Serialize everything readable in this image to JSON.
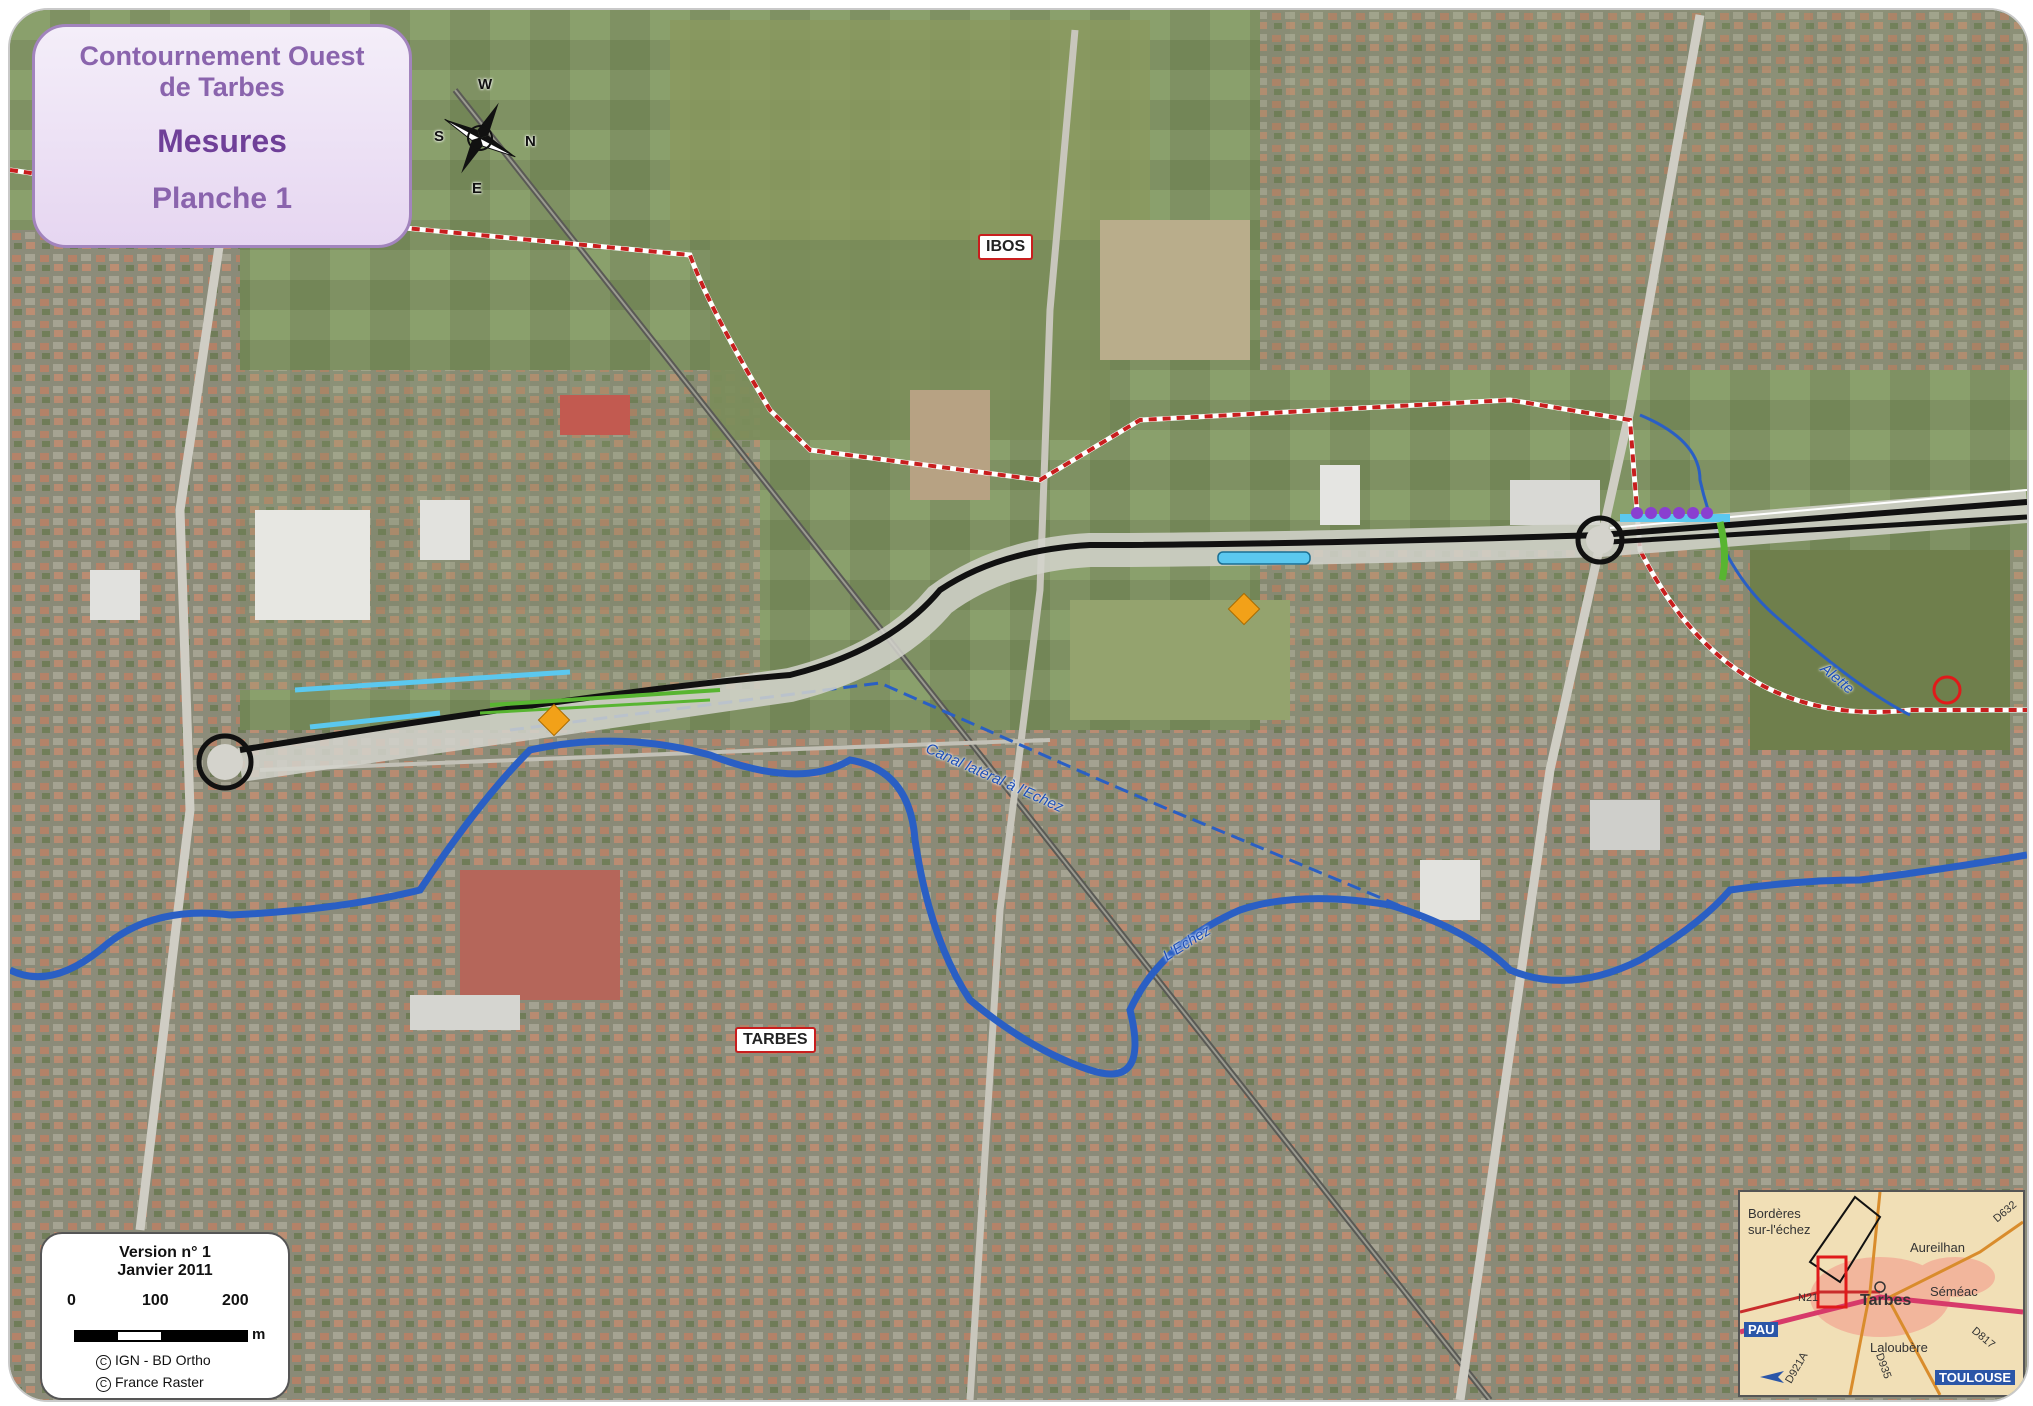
{
  "title": {
    "line1": "Contournement Ouest",
    "line2": "de Tarbes",
    "main": "Mesures",
    "sub": "Planche 1"
  },
  "compass": {
    "n": "N",
    "s": "S",
    "e": "E",
    "w": "W"
  },
  "places": {
    "ibos": "IBOS",
    "tarbes": "TARBES"
  },
  "waterways": {
    "canal": "Canal latéral à l'Echez",
    "echez": "L'Echez",
    "alette": "Alette"
  },
  "version": {
    "number": "Version n° 1",
    "date": "Janvier 2011",
    "scale_ticks": [
      "0",
      "100",
      "200"
    ],
    "unit": "m",
    "credit1": "IGN - BD Ortho",
    "credit2": "France Raster",
    "copyright_symbol": "C"
  },
  "inset": {
    "bordere": "Bordères",
    "sur_echez": "sur-l'échez",
    "aureilhan": "Aureilhan",
    "semeac": "Séméac",
    "tarbes": "Tarbes",
    "laloubere": "Laloubère",
    "pau": "PAU",
    "toulouse": "TOULOUSE",
    "n21": "N21",
    "d632": "D632",
    "d817": "D817",
    "d935": "D935",
    "d921a": "D921A"
  },
  "colors": {
    "road_new": "#111111",
    "river": "#2a5fc4",
    "commune_boundary": "#c81e1e",
    "measure_cyan": "#5bc8ef",
    "measure_green": "#58b531",
    "measure_purple": "#8a3fd0",
    "marker_orange": "#f2a118"
  }
}
